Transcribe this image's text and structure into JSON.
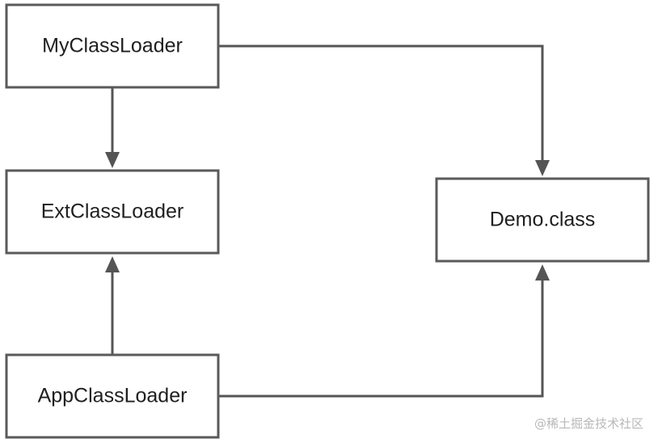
{
  "nodes": {
    "my_class_loader": "MyClassLoader",
    "ext_class_loader": "ExtClassLoader",
    "app_class_loader": "AppClassLoader",
    "demo_class": "Demo.class"
  },
  "watermark": "@稀土掘金技术社区",
  "colors": {
    "stroke": "#5a5a5a",
    "text": "#1f1f1f",
    "watermark": "#b8b8b8"
  }
}
